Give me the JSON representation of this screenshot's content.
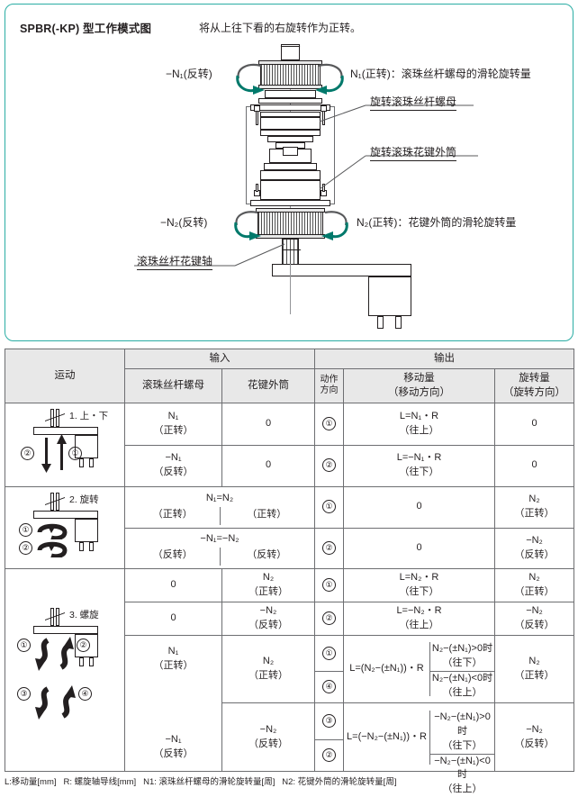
{
  "diagram": {
    "title": "SPBR(-KP) 型工作模式图",
    "note": "将从上往下看的右旋转作为正转。",
    "labels": {
      "left_top": "−N₁(反转)",
      "right_top": "N₁(正转)：滚珠丝杆螺母的滑轮旋转量",
      "callout_nut": "旋转滚珠丝杆螺母",
      "callout_spline": "旋转滚珠花键外筒",
      "left_bottom": "−N₂(反转)",
      "right_bottom": "N₂(正转)：花键外筒的滑轮旋转量",
      "callout_shaft": "滚珠丝杆花键轴"
    },
    "accent_color": "#2aada4",
    "arrow_color": "#00796b"
  },
  "table": {
    "headers": {
      "motion": "运动",
      "input": "输入",
      "output": "输出",
      "ball_screw_nut": "滚珠丝杆螺母",
      "spline_outer": "花键外筒",
      "action_dir": "动作\n方向",
      "action_dir_l1": "动作",
      "action_dir_l2": "方向",
      "travel": "移动量",
      "travel_sub": "（移动方向）",
      "rotation": "旋转量",
      "rotation_sub": "（旋转方向）"
    },
    "motions": [
      {
        "index": "1.",
        "name": "上・下",
        "marks": [
          "②",
          "①"
        ]
      },
      {
        "index": "2.",
        "name": "旋转",
        "marks": [
          "①",
          "②"
        ]
      },
      {
        "index": "3.",
        "name": "螺旋",
        "marks": [
          "①",
          "②",
          "③",
          "④"
        ]
      }
    ],
    "rows": [
      {
        "group": "updown",
        "input_nut": "N₁",
        "input_nut_sub": "（正转）",
        "input_spline": "0",
        "input_spline_sub": "",
        "dir": "①",
        "travel": "L=N₁・R",
        "travel_sub": "（往上）",
        "rotation": "0",
        "rotation_sub": ""
      },
      {
        "group": "updown",
        "input_nut": "−N₁",
        "input_nut_sub": "（反转）",
        "input_spline": "0",
        "input_spline_sub": "",
        "dir": "②",
        "travel": "L=−N₁・R",
        "travel_sub": "（往下）",
        "rotation": "0",
        "rotation_sub": ""
      },
      {
        "group": "rotate",
        "input_merged": "N₁=N₂",
        "input_nut_sub": "（正转）",
        "input_spline_sub": "（正转）",
        "dir": "①",
        "travel": "0",
        "travel_sub": "",
        "rotation": "N₂",
        "rotation_sub": "（正转）"
      },
      {
        "group": "rotate",
        "input_merged": "−N₁=−N₂",
        "input_nut_sub": "（反转）",
        "input_spline_sub": "（反转）",
        "dir": "②",
        "travel": "0",
        "travel_sub": "",
        "rotation": "−N₂",
        "rotation_sub": "（反转）"
      },
      {
        "group": "spiral",
        "input_nut": "0",
        "input_nut_sub": "",
        "input_spline": "N₂",
        "input_spline_sub": "（正转）",
        "dir": "①",
        "travel": "L=N₂・R",
        "travel_sub": "（往下）",
        "rotation": "N₂",
        "rotation_sub": "（正转）"
      },
      {
        "group": "spiral",
        "input_nut": "0",
        "input_nut_sub": "",
        "input_spline": "−N₂",
        "input_spline_sub": "（反转）",
        "dir": "②",
        "travel": "L=−N₂・R",
        "travel_sub": "（往上）",
        "rotation": "−N₂",
        "rotation_sub": "（反转）"
      }
    ],
    "compound": [
      {
        "input_nut": "N₁",
        "input_nut_sub": "（正转）",
        "input_spline": "N₂",
        "input_spline_sub": "（正转）",
        "formula": "L=(N₂−(±N₁))・R",
        "rotation": "N₂",
        "rotation_sub": "（正转）",
        "cases": [
          {
            "dir": "①",
            "cond": "N₂−(±N₁)>0时",
            "dirtext": "（往下）"
          },
          {
            "dir": "④",
            "cond": "N₂−(±N₁)<0时",
            "dirtext": "（往上）"
          }
        ]
      },
      {
        "input_nut": "−N₁",
        "input_nut_sub": "（反转）",
        "input_spline": "−N₂",
        "input_spline_sub": "（反转）",
        "formula": "L=(−N₂−(±N₁))・R",
        "rotation": "−N₂",
        "rotation_sub": "（反转）",
        "cases": [
          {
            "dir": "③",
            "cond": "−N₂−(±N₁)>0时",
            "dirtext": "（往下）"
          },
          {
            "dir": "②",
            "cond": "−N₂−(±N₁)<0时",
            "dirtext": "（往上）"
          }
        ]
      }
    ]
  },
  "footnote": {
    "l": "L:移动量[mm]",
    "r": "R: 螺旋轴导线[mm]",
    "n1": "N1: 滚珠丝杆螺母的滑轮旋转量[周]",
    "n2": "N2: 花键外筒的滑轮旋转量[周]"
  }
}
